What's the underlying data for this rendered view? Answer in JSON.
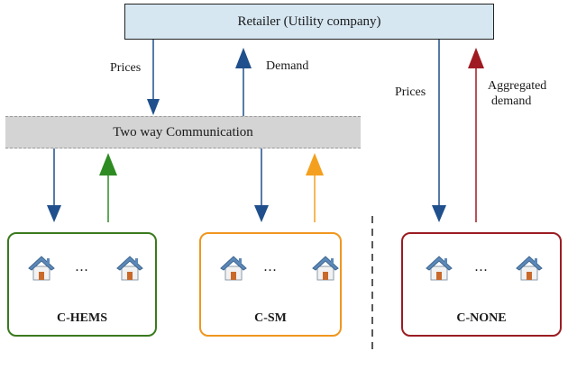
{
  "retailer": {
    "label": "Retailer (Utility company)"
  },
  "communication": {
    "label": "Two way Communication"
  },
  "arrow_labels": {
    "prices_left": "Prices",
    "demand": "Demand",
    "prices_right": "Prices",
    "aggregated_demand_line1": "Aggregated",
    "aggregated_demand_line2": "demand"
  },
  "groups": [
    {
      "name": "C-HEMS",
      "color": "#3a7a1e",
      "dots": "..."
    },
    {
      "name": "C-SM",
      "color": "#f0961e",
      "dots": "..."
    },
    {
      "name": "C-NONE",
      "color": "#9b1c22",
      "dots": "..."
    }
  ],
  "colors": {
    "down_arrow": "#1f4f8c",
    "hems_arrow": "#2e8b22",
    "sm_arrow": "#f4a01e",
    "aggregated_arrow": "#a01a22",
    "house_roof": "#5b88b8",
    "house_wall": "#f2f2f2"
  }
}
